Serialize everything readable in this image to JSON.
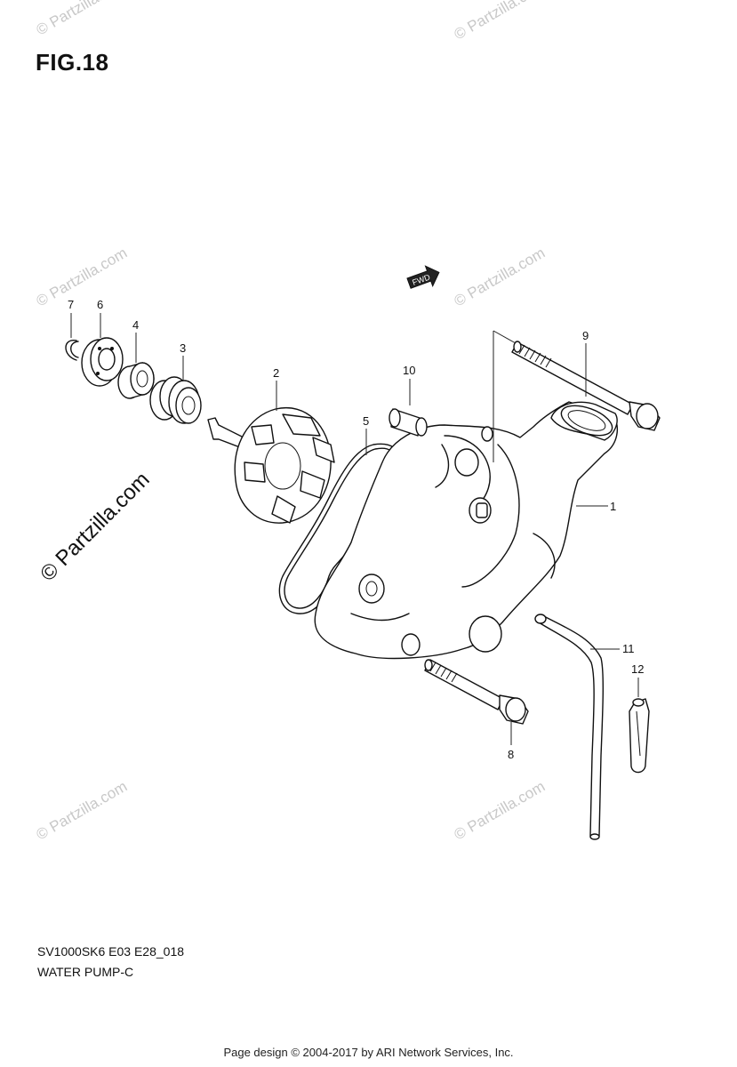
{
  "figure": {
    "title": "FIG.18",
    "model_code": "SV1000SK6 E03 E28_018",
    "model_name": "WATER PUMP-C",
    "fwd_label": "FWD"
  },
  "callouts": [
    {
      "id": "1",
      "label": "1"
    },
    {
      "id": "2",
      "label": "2"
    },
    {
      "id": "3",
      "label": "3"
    },
    {
      "id": "4",
      "label": "4"
    },
    {
      "id": "5",
      "label": "5"
    },
    {
      "id": "6",
      "label": "6"
    },
    {
      "id": "7",
      "label": "7"
    },
    {
      "id": "8",
      "label": "8"
    },
    {
      "id": "9",
      "label": "9"
    },
    {
      "id": "10",
      "label": "10"
    },
    {
      "id": "11",
      "label": "11"
    },
    {
      "id": "12",
      "label": "12"
    }
  ],
  "watermark": {
    "text": "© Partzilla.com",
    "small_text": "© Partzilla.com"
  },
  "footer": {
    "copyright": "Page design © 2004-2017 by ARI Network Services, Inc."
  }
}
